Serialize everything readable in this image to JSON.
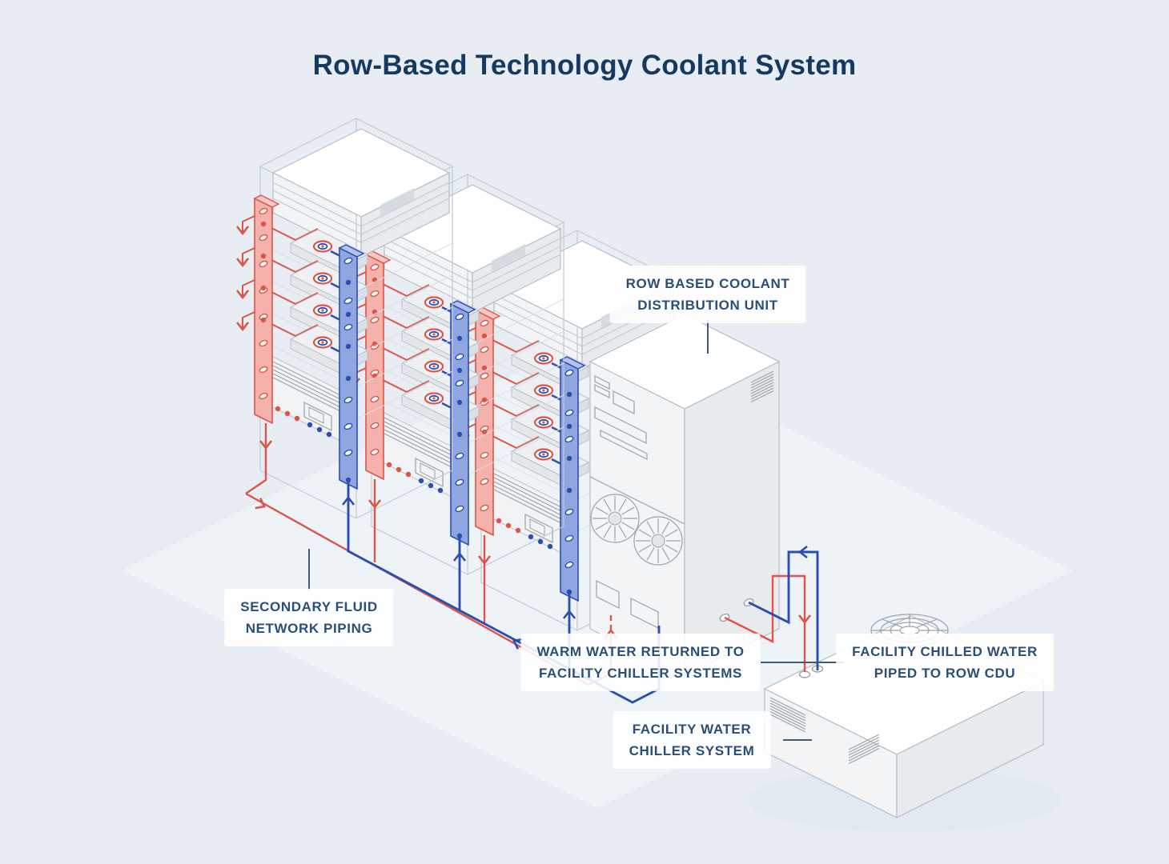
{
  "title": "Row-Based Technology Coolant System",
  "colors": {
    "background": "#e8edf3",
    "floor": "#eef3f8",
    "warm_pipe": "#dd5449",
    "cold_pipe": "#2b4fb0",
    "title_text": "#15395f",
    "label_text": "#2b4e79"
  },
  "labels": {
    "cdu": {
      "line1": "ROW BASED COOLANT",
      "line2": "DISTRIBUTION UNIT"
    },
    "secondary_piping": {
      "line1": "SECONDARY FLUID",
      "line2": "NETWORK PIPING"
    },
    "warm_return": {
      "line1": "WARM WATER RETURNED TO",
      "line2": "FACILITY CHILLER SYSTEMS"
    },
    "chilled_supply": {
      "line1": "FACILITY CHILLED WATER",
      "line2": "PIPED TO ROW CDU"
    },
    "chiller": {
      "line1": "FACILITY WATER",
      "line2": "CHILLER SYSTEM"
    }
  },
  "components": {
    "rack_count": 3,
    "servers_per_rack": 4,
    "pipe_semantics": {
      "red": "warm return water",
      "blue": "chilled supply water"
    }
  }
}
